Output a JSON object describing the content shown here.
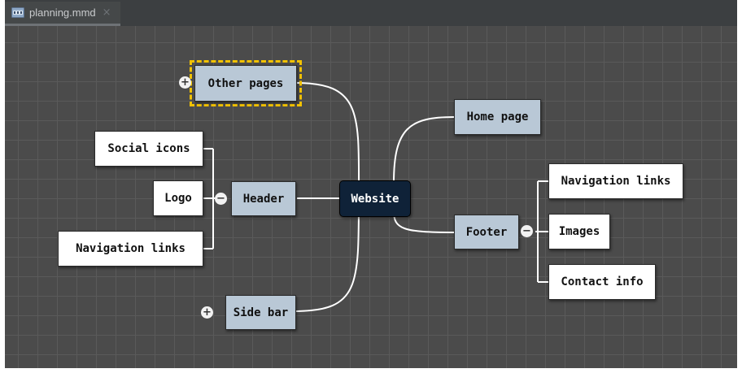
{
  "tab": {
    "label": "planning.mmd",
    "icon": "mmd-file-icon",
    "close_glyph": "×"
  },
  "toggles": {
    "expand_glyph": "+",
    "collapse_glyph": "−"
  },
  "colors": {
    "canvas": "#4b4b4b",
    "node_blue": "#b9c8d6",
    "root": "#0f2238",
    "selection": "#f2c200",
    "edge": "#ffffff"
  },
  "mindmap": {
    "root": "Website",
    "other_pages": "Other pages",
    "home_page": "Home page",
    "header": "Header",
    "social_icons": "Social icons",
    "logo": "Logo",
    "header_nav_links": "Navigation links",
    "side_bar": "Side bar",
    "footer": "Footer",
    "footer_nav_links": "Navigation links",
    "images": "Images",
    "contact_info": "Contact info"
  }
}
